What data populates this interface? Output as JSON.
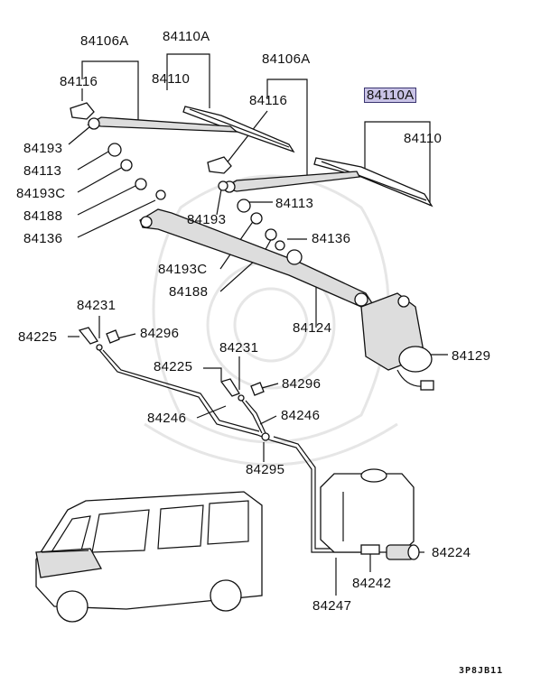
{
  "labels": {
    "p84106A_l": "84106A",
    "p84110A_l": "84110A",
    "p84110_l": "84110",
    "p84116_l": "84116",
    "p84193_l": "84193",
    "p84113_l": "84113",
    "p84193C_l": "84193C",
    "p84188_l": "84188",
    "p84136_l": "84136",
    "p84106A_r": "84106A",
    "p84116_r": "84116",
    "p84110A_r": "84110A",
    "p84110_r": "84110",
    "p84113_r": "84113",
    "p84193_r": "84193",
    "p84136_r": "84136",
    "p84193C_r": "84193C",
    "p84188_r": "84188",
    "p84124": "84124",
    "p84129": "84129",
    "p84231_a": "84231",
    "p84225_a": "84225",
    "p84296_a": "84296",
    "p84231_b": "84231",
    "p84225_b": "84225",
    "p84296_b": "84296",
    "p84246_a": "84246",
    "p84246_b": "84246",
    "p84295": "84295",
    "p84224": "84224",
    "p84242": "84242",
    "p84247": "84247"
  },
  "diagram_code": "3P8JB11",
  "highlight_color": "#c9c3e6"
}
